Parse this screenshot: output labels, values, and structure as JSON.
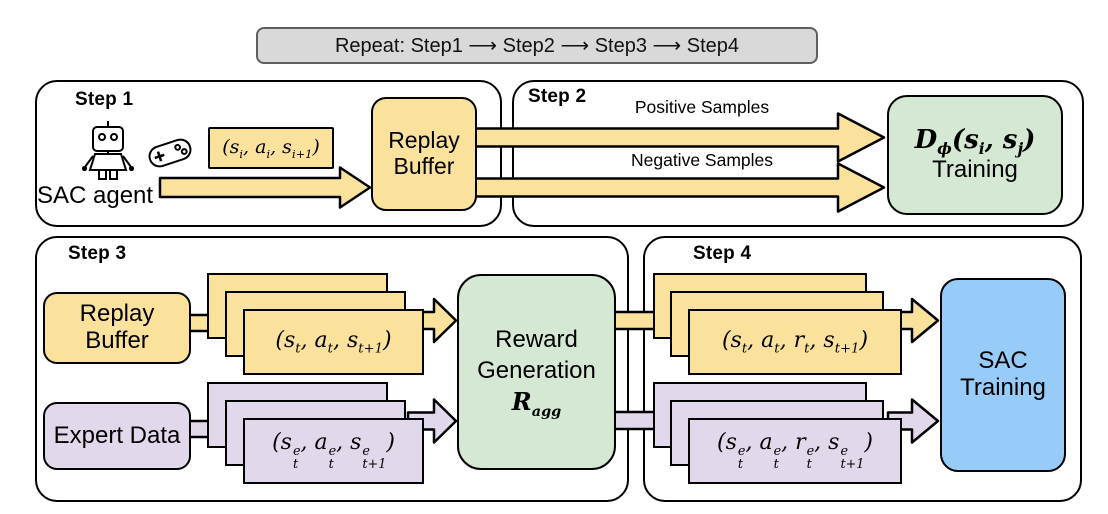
{
  "colors": {
    "yellow": "#FAE29C",
    "purple": "#E2D8EC",
    "green": "#D5E8D4",
    "blue": "#97CBF8",
    "banner_fill": "#D9D9D9",
    "banner_border": "#5F5F5F",
    "outline": "#000000"
  },
  "banner": {
    "text": "Repeat: Step1 ⟶ Step2 ⟶ Step3 ⟶ Step4"
  },
  "icons": {
    "robot": "robot-icon",
    "game_controller": "game-controller-icon"
  },
  "steps": {
    "step1": {
      "label": "Step 1",
      "agent": "SAC agent",
      "transition_tuple": "(s_i, a_i, s_{i+1})",
      "replay_buffer": "Replay Buffer"
    },
    "step2": {
      "label": "Step 2",
      "positive": "Positive Samples",
      "negative": "Negative Samples",
      "discriminator": "D_{ϕ}(s_i, s_j)",
      "training": "Training"
    },
    "step3": {
      "label": "Step 3",
      "replay_buffer": "Replay Buffer",
      "expert_data": "Expert Data",
      "agent_tuple": "(s_t, a_t, s_{t+1})",
      "expert_tuple": "(s_t^e, a_t^e, s_{t+1}^e)",
      "reward_title": "Reward Generation",
      "reward_math": "R_{agg}"
    },
    "step4": {
      "label": "Step 4",
      "agent_tuple": "(s_t, a_t, r_t, s_{t+1})",
      "expert_tuple": "(s_t^e, a_t^e, r_t^e, s_{t+1}^e)",
      "sac_training": "SAC Training"
    }
  }
}
